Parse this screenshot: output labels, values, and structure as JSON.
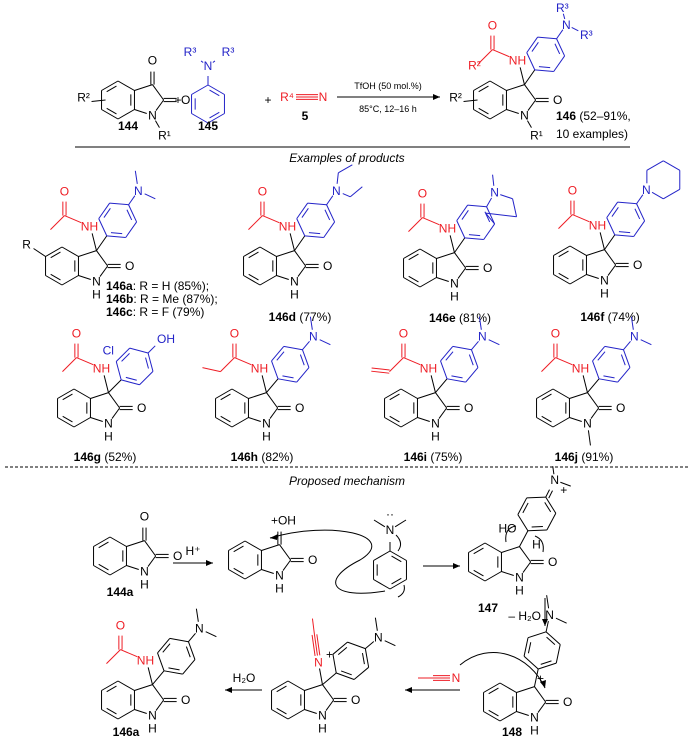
{
  "colors": {
    "red": "#ee1c24",
    "blue": "#2323c8",
    "black": "#000000",
    "gray": "#555555"
  },
  "atoms": {
    "N": "N",
    "O": "O",
    "NH": "NH",
    "H": "H",
    "HO": "HO",
    "OH": "OH",
    "Cl": "Cl",
    "R": "R",
    "R1": "R¹",
    "R2": "R²",
    "R3": "R³",
    "R4": "R⁴",
    "plus": "+",
    "pOH": "+OH",
    "Nplus": "N",
    "charge": "+",
    "dots": "··"
  },
  "reaction": {
    "plus1": "+",
    "plus2": "+",
    "reactant1_id": "144",
    "reactant2_id": "145",
    "reactant3_id": "5",
    "conditions_top": "TfOH (50 mol.%)",
    "conditions_bottom": "85°C, 12–16 h",
    "product_id": "146",
    "product_yield": " (52–91%,",
    "product_examples": "10 examples)"
  },
  "section_products": "Examples of products",
  "section_mechanism": "Proposed mechanism",
  "products": [
    {
      "id": "146a",
      "text": ": R = H (85%);"
    },
    {
      "id": "146b",
      "text": ": R = Me (87%);"
    },
    {
      "id": "146c",
      "text": ": R = F (79%)"
    },
    {
      "id": "146d",
      "text": " (77%)"
    },
    {
      "id": "146e",
      "text": " (81%)"
    },
    {
      "id": "146f",
      "text": " (74%)"
    },
    {
      "id": "146g",
      "text": " (52%)"
    },
    {
      "id": "146h",
      "text": " (82%)"
    },
    {
      "id": "146i",
      "text": " (75%)"
    },
    {
      "id": "146j",
      "text": " (91%)"
    }
  ],
  "mechanism": {
    "start_id": "144a",
    "step1_reagent": "H⁺",
    "int1_id": "147",
    "dehydration": "– H₂O",
    "int2_id": "148",
    "water": "H₂O",
    "final_id": "146a"
  }
}
